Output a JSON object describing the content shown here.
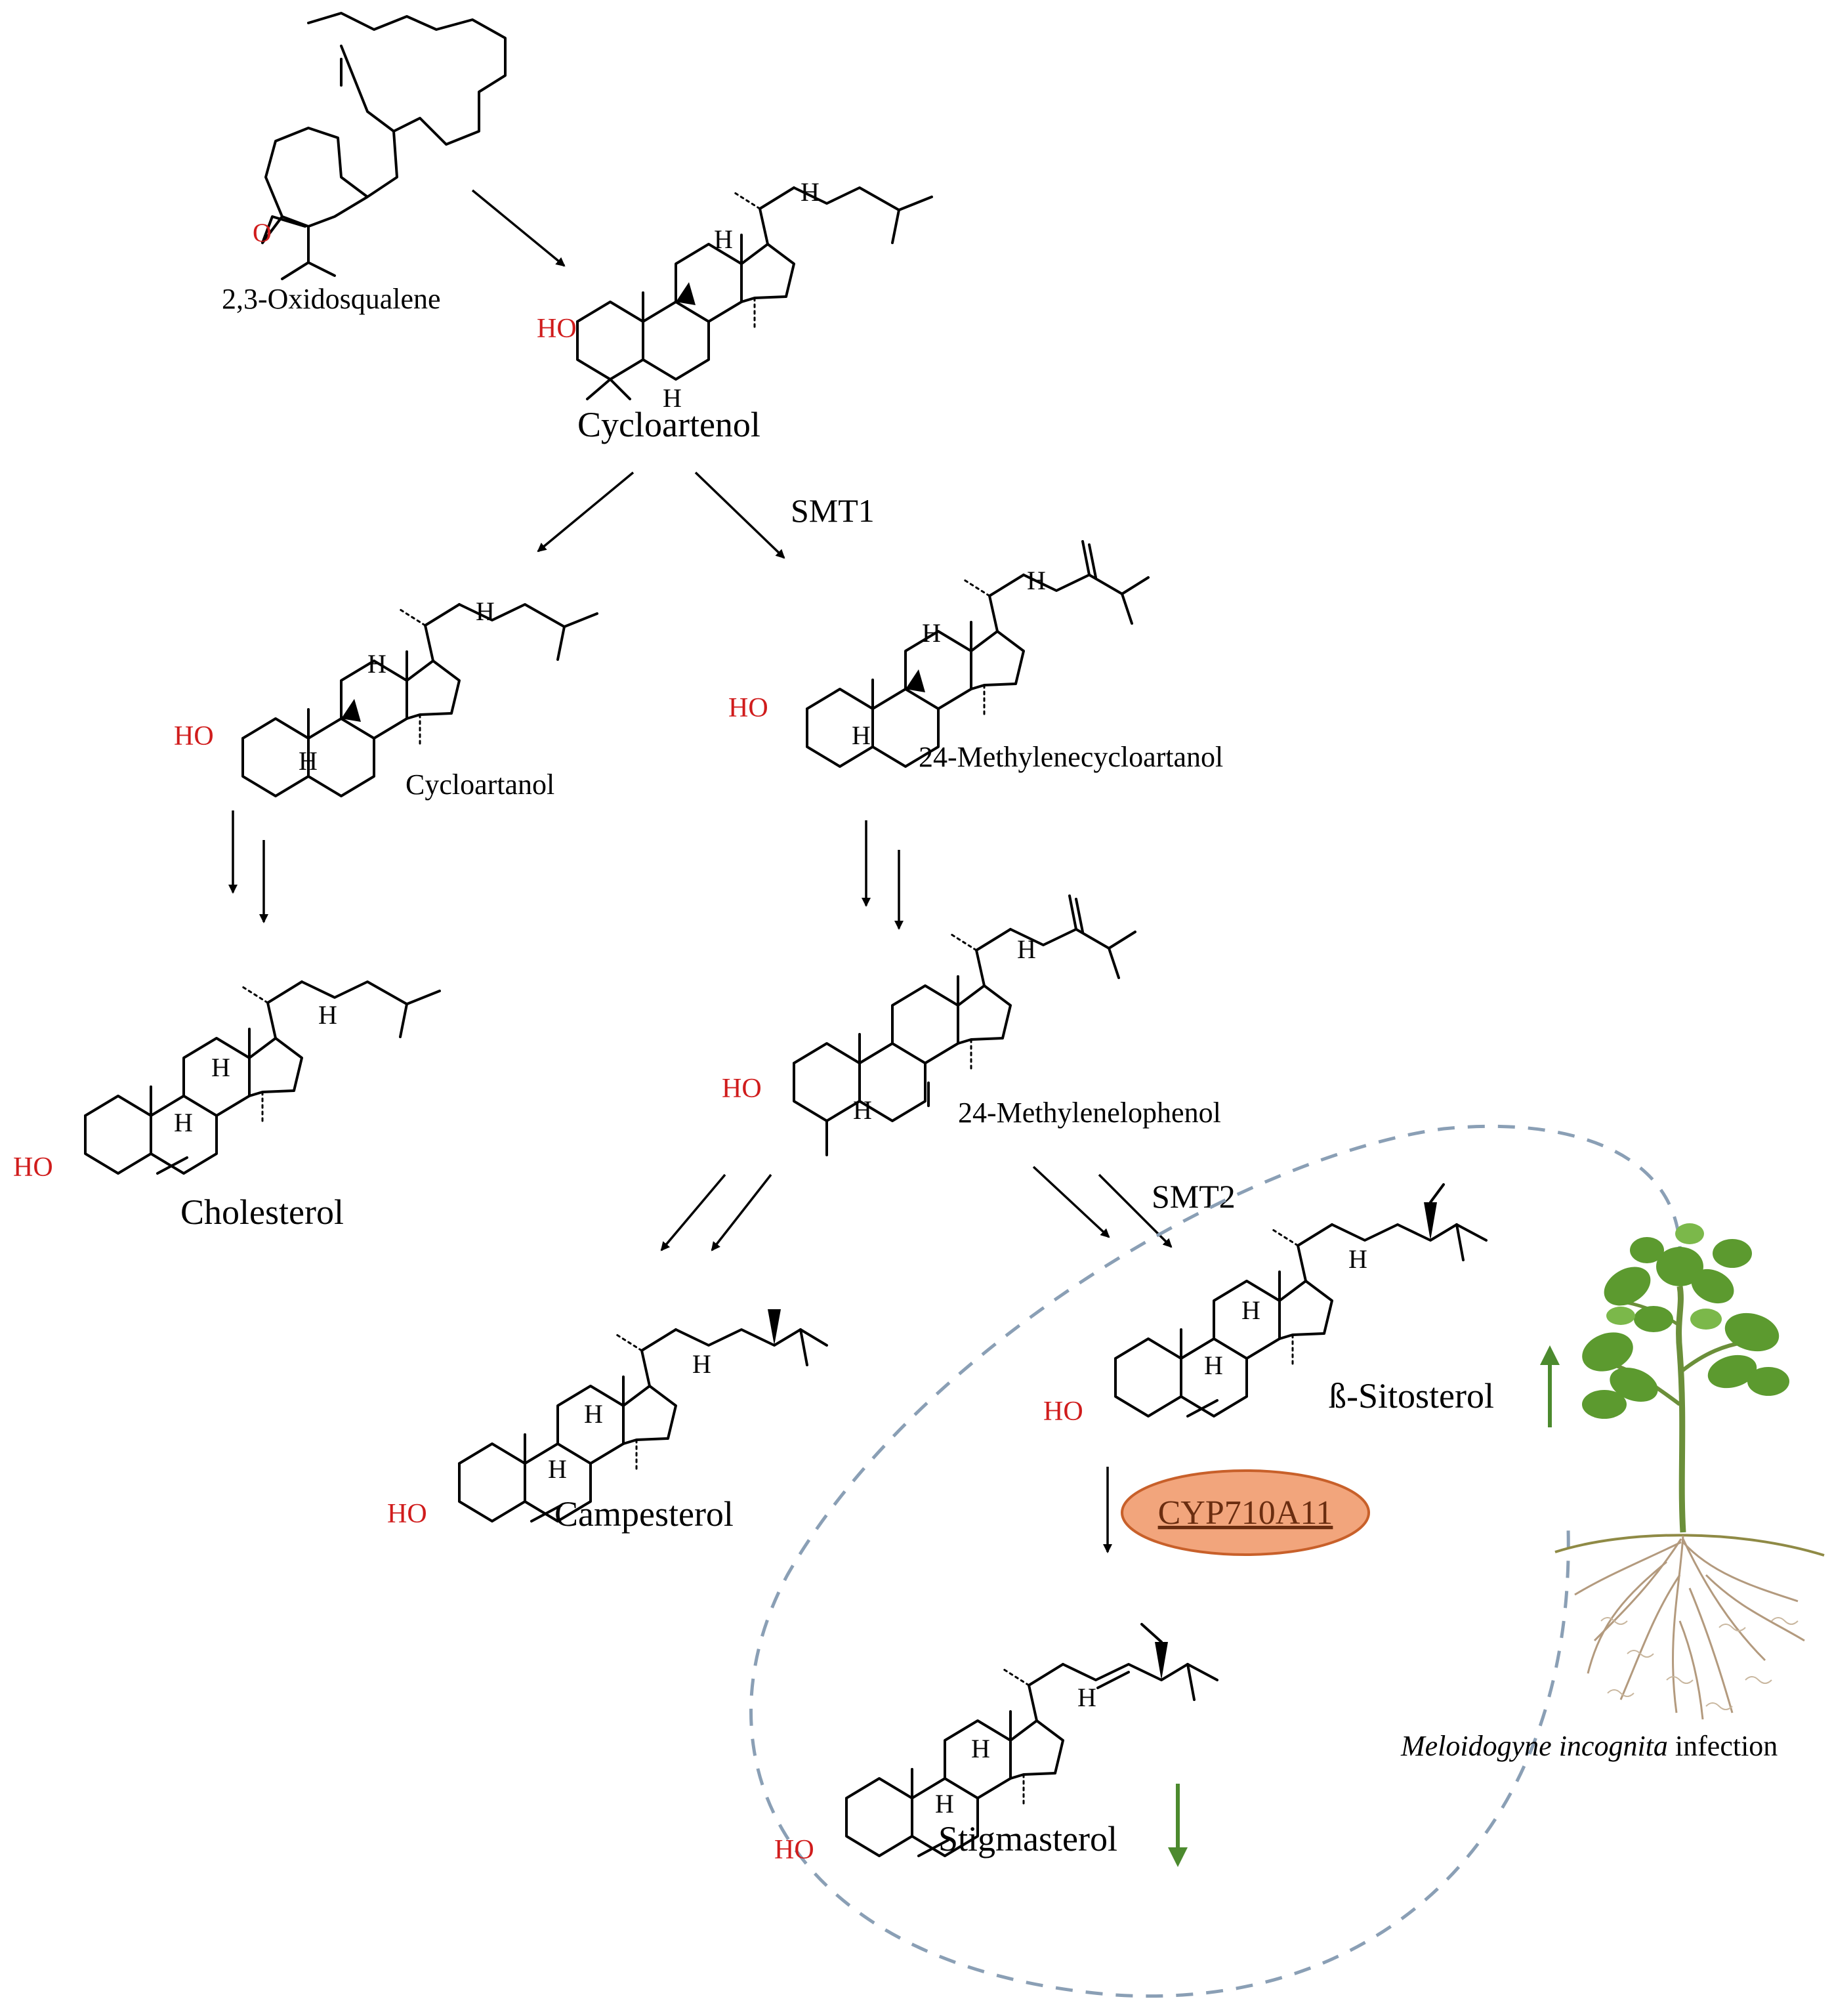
{
  "compounds": {
    "oxidosqualene": "2,3-Oxidosqualene",
    "cycloartenol": "Cycloartenol",
    "cycloartanol": "Cycloartanol",
    "methylenecycloartanol": "24-Methylenecycloartanol",
    "cholesterol": "Cholesterol",
    "methylenelophenol": "24-Methylenelophenol",
    "campesterol": "Campesterol",
    "sitosterol": "ß-Sitosterol",
    "stigmasterol": "Stigmasterol"
  },
  "enzymes": {
    "smt1": "SMT1",
    "smt2": "SMT2",
    "cyp": "CYP710A11"
  },
  "atoms": {
    "ho": "HO",
    "h": "H",
    "o": "O"
  },
  "infection": {
    "species": "Meloidogyne incognita",
    "suffix": " infection"
  },
  "colors": {
    "hydroxyl": "#d01c1c",
    "arrow_up_down": "#4c8a2e",
    "enzyme_fill": "#f2a57c",
    "enzyme_stroke": "#c8602a",
    "dashed_outline": "#8a9fb5"
  }
}
